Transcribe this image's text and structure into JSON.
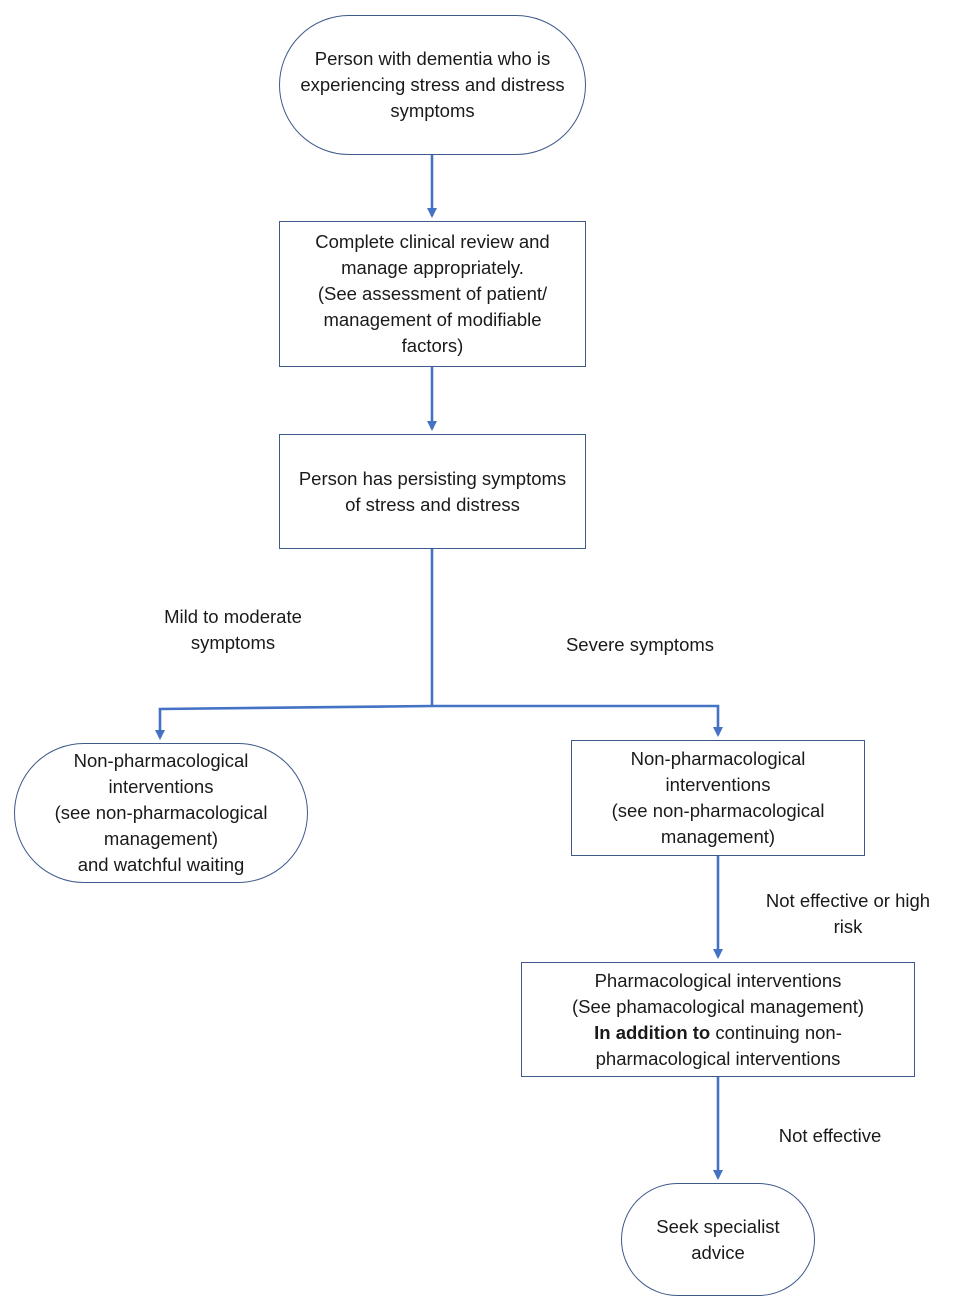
{
  "colors": {
    "arrow": "#4472c4",
    "border": "#3f5a8a",
    "text": "#1a1a1a"
  },
  "nodes": {
    "start": {
      "lines": [
        "Person with dementia who is",
        "experiencing stress and distress",
        "symptoms"
      ]
    },
    "review": {
      "lines": [
        "Complete clinical review and",
        "manage appropriately.",
        "(See assessment of patient/",
        "management of modifiable",
        "factors)"
      ]
    },
    "persisting": {
      "lines": [
        "Person has persisting symptoms",
        "of stress and distress"
      ]
    },
    "nonpharm_mild": {
      "lines": [
        "Non-pharmacological",
        "interventions",
        "(see non-pharmacological",
        "management)",
        "and watchful waiting"
      ]
    },
    "nonpharm_severe": {
      "lines": [
        "Non-pharmacological",
        "interventions",
        "(see non-pharmacological",
        "management)"
      ]
    },
    "pharm": {
      "line1": "Pharmacological interventions",
      "line2": "(See phamacological management)",
      "line3_bold": "In addition to",
      "line3_rest": " continuing non-",
      "line4": "pharmacological interventions"
    },
    "specialist": {
      "lines": [
        "Seek specialist",
        "advice"
      ]
    }
  },
  "edge_labels": {
    "mild": [
      "Mild to moderate",
      "symptoms"
    ],
    "severe": [
      "Severe symptoms"
    ],
    "not_effective_high_risk": [
      "Not effective or high",
      "risk"
    ],
    "not_effective": [
      "Not effective"
    ]
  }
}
